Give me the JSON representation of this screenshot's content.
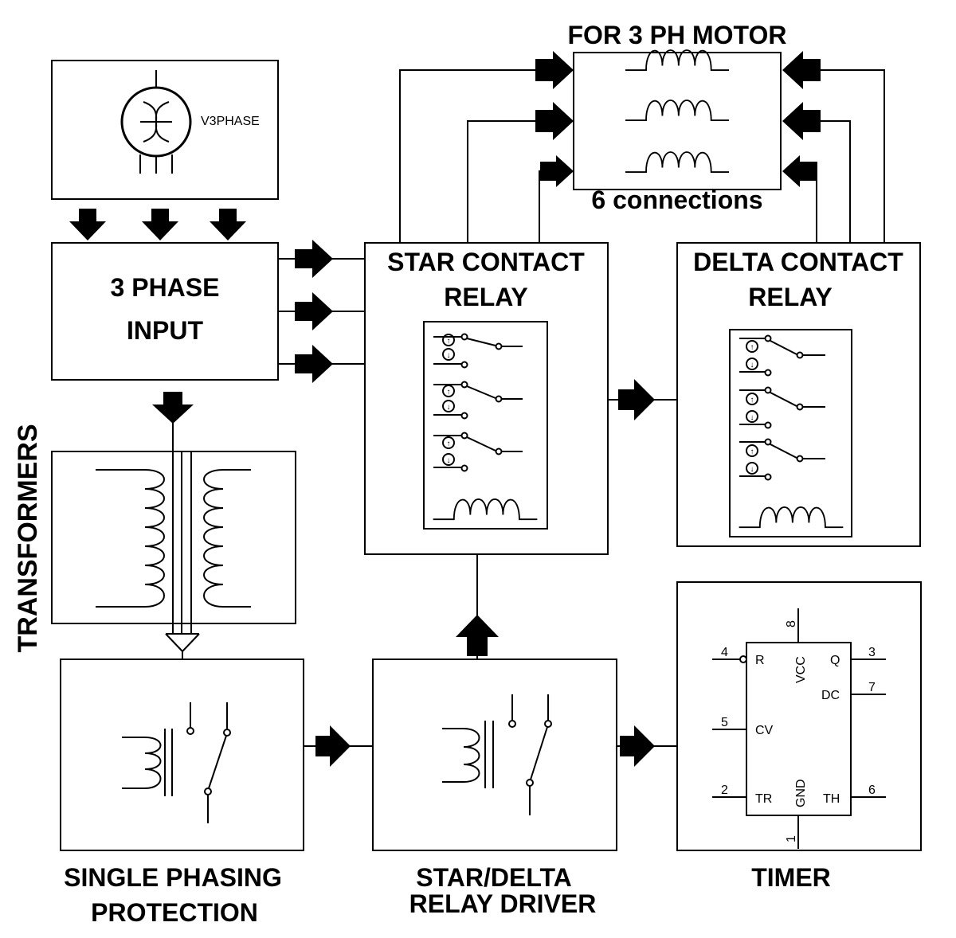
{
  "colors": {
    "ink": "#000000",
    "background": "#ffffff"
  },
  "motor": {
    "title": "FOR 3 PH MOTOR",
    "subtitle": "6 connections"
  },
  "source": {
    "label": "V3PHASE"
  },
  "phase_input": {
    "line1": "3 PHASE",
    "line2": "INPUT"
  },
  "transformers": {
    "label": "TRANSFORMERS"
  },
  "star_relay": {
    "line1": "STAR CONTACT",
    "line2": "RELAY"
  },
  "delta_relay": {
    "line1": "DELTA CONTACT",
    "line2": "RELAY"
  },
  "single_phasing": {
    "line1": "SINGLE PHASING",
    "line2": "PROTECTION"
  },
  "relay_driver": {
    "line1": "STAR/DELTA",
    "line2": "RELAY DRIVER"
  },
  "timer": {
    "label": "TIMER",
    "pins": {
      "r": "R",
      "vcc": "VCC",
      "q": "Q",
      "dc": "DC",
      "cv": "CV",
      "tr": "TR",
      "gnd": "GND",
      "th": "TH",
      "n4": "4",
      "n8": "8",
      "n3": "3",
      "n7": "7",
      "n5": "5",
      "n2": "2",
      "n6": "6",
      "n1": "1"
    }
  },
  "icons": {
    "block_arrow": "black-block-arrow-icon",
    "coil": "inductor-coil-icon",
    "switch": "relay-switch-icon",
    "source": "three-phase-source-icon",
    "ground": "ground-symbol-icon"
  }
}
